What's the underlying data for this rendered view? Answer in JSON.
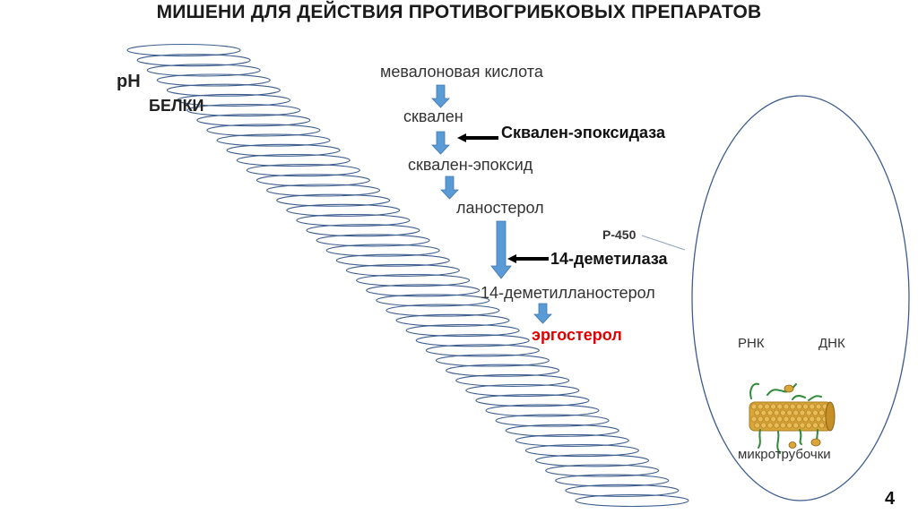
{
  "title": "МИШЕНИ ДЛЯ ДЕЙСТВИЯ ПРОТИВОГРИБКОВЫХ ПРЕПАРАТОВ",
  "membrane": {
    "ph_label": "pH",
    "proteins_label": "БЕЛКИ"
  },
  "pathway": {
    "steps": [
      "мевалоновая кислота",
      "сквален",
      "сквален-эпоксид",
      "ланостерол",
      "14-деметилланостерол"
    ],
    "product": "эргостерол",
    "enzymes": [
      "Сквален-эпоксидаза",
      "14-деметилаза"
    ],
    "cofactor": "P-450"
  },
  "cell": {
    "rna": "РНК",
    "dna": "ДНК",
    "microtubules": "микротрубочки"
  },
  "page_number": "4",
  "colors": {
    "arrow": "#5b9bd5",
    "outline": "#3f5f8f",
    "highlight": "#e00000",
    "inhibitor_arrow": "#000000"
  }
}
